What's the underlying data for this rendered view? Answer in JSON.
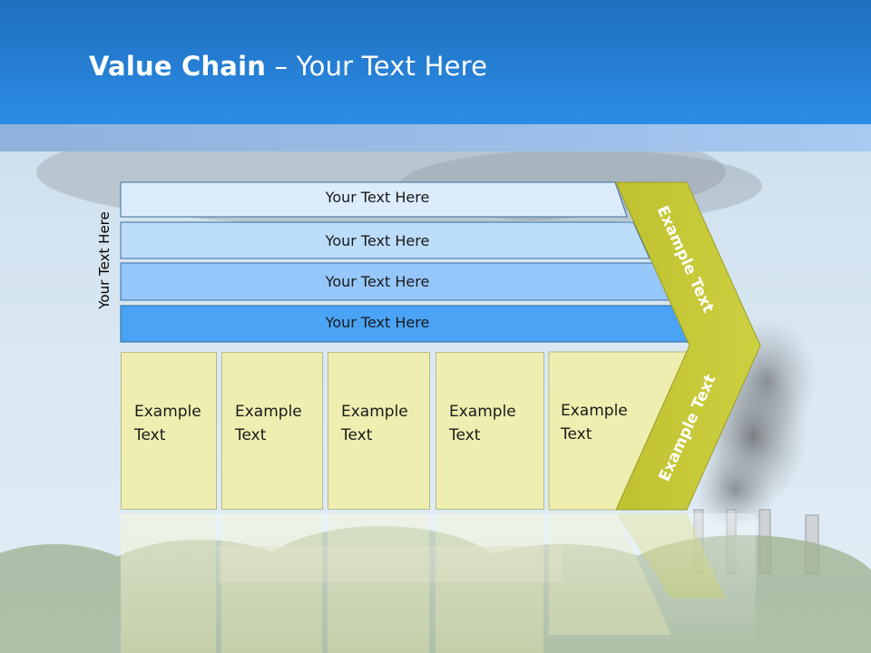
{
  "header": {
    "title_bold": "Value Chain",
    "title_rest": " – Your Text Here"
  },
  "side_label": "Your Text Here",
  "rows": [
    "Your Text Here",
    "Your Text Here",
    "Your Text Here",
    "Your Text Here"
  ],
  "boxes": [
    "Example\nText",
    "Example\nText",
    "Example\nText",
    "Example\nText",
    "Example\nText"
  ],
  "chevron": {
    "top_label": "Example Text",
    "bottom_label": "Example Text"
  },
  "colors": {
    "header": "#2b8ce6",
    "row1": "#dcecfd",
    "row2": "#bcdcfb",
    "row3": "#96c7fa",
    "row4": "#4aa3f5",
    "box": "#eeeeb0",
    "chevron": "#c6c83a"
  }
}
